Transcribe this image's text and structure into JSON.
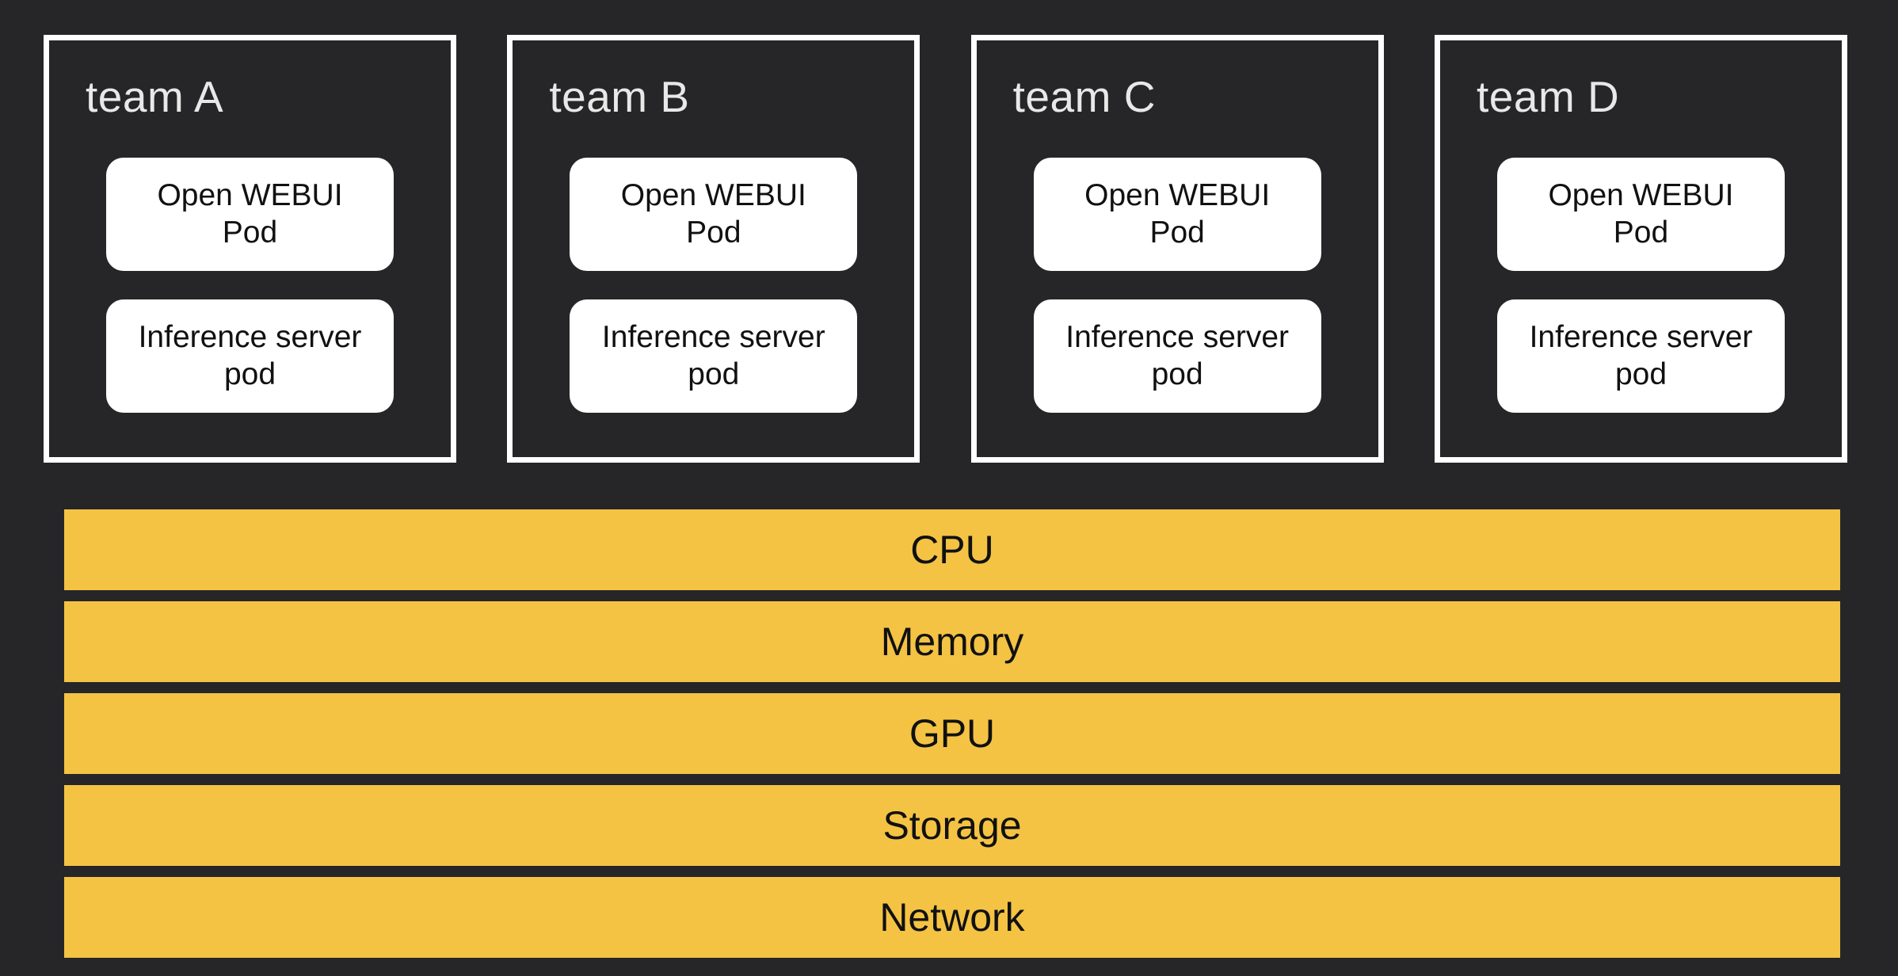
{
  "diagram": {
    "teams": [
      {
        "name": "team A",
        "pods": [
          {
            "lines": [
              "Open WEBUI",
              "Pod"
            ]
          },
          {
            "lines": [
              "Inference server",
              "pod"
            ]
          }
        ]
      },
      {
        "name": "team B",
        "pods": [
          {
            "lines": [
              "Open WEBUI",
              "Pod"
            ]
          },
          {
            "lines": [
              "Inference server",
              "pod"
            ]
          }
        ]
      },
      {
        "name": "team C",
        "pods": [
          {
            "lines": [
              "Open WEBUI",
              "Pod"
            ]
          },
          {
            "lines": [
              "Inference server",
              "pod"
            ]
          }
        ]
      },
      {
        "name": "team D",
        "pods": [
          {
            "lines": [
              "Open WEBUI",
              "Pod"
            ]
          },
          {
            "lines": [
              "Inference server",
              "pod"
            ]
          }
        ]
      }
    ],
    "resources": [
      {
        "label": "CPU"
      },
      {
        "label": "Memory"
      },
      {
        "label": "GPU"
      },
      {
        "label": "Storage"
      },
      {
        "label": "Network"
      }
    ],
    "colors": {
      "background": "#262628",
      "resource_bar_fill": "#f4c344",
      "team_box_border": "#ffffff",
      "pod_fill": "#ffffff",
      "team_title_text": "#e8e8e8",
      "dark_text": "#111111"
    }
  }
}
